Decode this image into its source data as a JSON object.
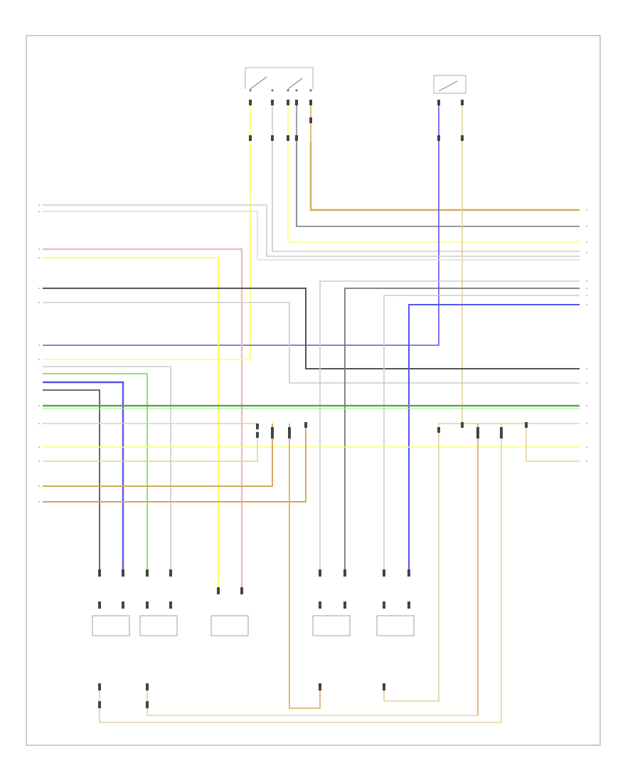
{
  "diagram": {
    "footer_code": "",
    "colors": {
      "red": "#f4b4b4",
      "yellow": "#ffff66",
      "blue": "#5555ee",
      "green": "#88dd66",
      "darkgreen": "#55aa44",
      "gray": "#888888",
      "darkgray": "#555555",
      "lightgray": "#cccccc",
      "tan": "#e3d398",
      "orange": "#d8a85a",
      "frame": "#999999"
    },
    "top_left_switch": {
      "title_line1": "",
      "title_line2": "",
      "title_line3": ""
    },
    "top_right_switch": {
      "title_line1": "",
      "title_line2": ""
    },
    "components": [
      {
        "id": "c1",
        "line1": "",
        "line2": "",
        "line3": "",
        "line4": ""
      },
      {
        "id": "c2",
        "line1": "",
        "line2": "",
        "line3": "",
        "line4": "",
        "line5": ""
      },
      {
        "id": "c3",
        "line1": "",
        "line2": "",
        "line3": "",
        "line4": ""
      },
      {
        "id": "c4",
        "line1": "",
        "line2": "",
        "line3": "",
        "line4": "",
        "line5": ""
      },
      {
        "id": "c5",
        "line1": "",
        "line2": "",
        "line3": "",
        "line4": "",
        "line5": ""
      }
    ],
    "left_wire_labels": [
      "",
      "",
      "",
      "",
      "",
      "",
      "",
      "",
      "",
      "",
      "",
      "",
      "",
      "",
      "",
      "",
      "",
      "",
      ""
    ],
    "right_wire_labels": [
      "",
      "",
      "",
      "",
      "",
      "",
      "",
      "",
      "",
      "",
      "",
      "",
      "",
      "",
      "",
      ""
    ]
  }
}
